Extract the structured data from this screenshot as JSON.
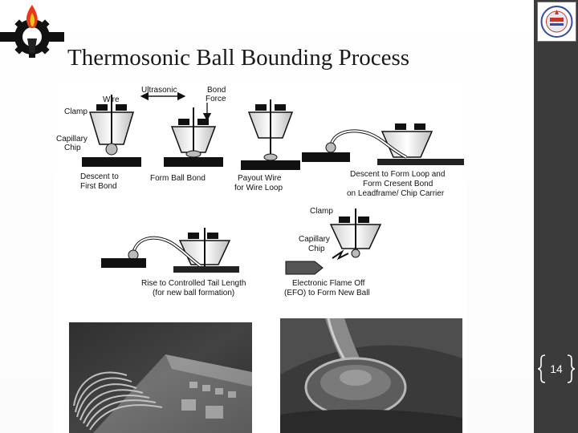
{
  "slide": {
    "title": "Thermosonic Ball Bounding Process",
    "page_number": "14"
  },
  "diagram_labels": {
    "wire": "Wire",
    "ultrasonic": "Ultrasonic",
    "bond_force_1": "Bond",
    "bond_force_2": "Force",
    "clamp_top": "Clamp",
    "capillary_top": "Capillary",
    "chip_top": "Chip",
    "step1_line1": "Descent to",
    "step1_line2": "First Bond",
    "step2": "Form Ball Bond",
    "step3_line1": "Payout Wire",
    "step3_line2": "for Wire Loop",
    "step4_line1": "Descent to Form Loop and",
    "step4_line2": "Form Cresent Bond",
    "step4_line3": "on Leadframe/ Chip Carrier",
    "clamp_mid": "Clamp",
    "capillary_mid": "Capillary",
    "chip_mid": "Chip",
    "step5_line1": "Rise to Controlled Tail Length",
    "step5_line2": "(for new ball formation)",
    "step6_line1": "Electronic Flame Off",
    "step6_line2": "(EFO) to Form New Ball"
  },
  "colors": {
    "sidebar": "#3b3b3b",
    "title": "#1a1a1a"
  }
}
